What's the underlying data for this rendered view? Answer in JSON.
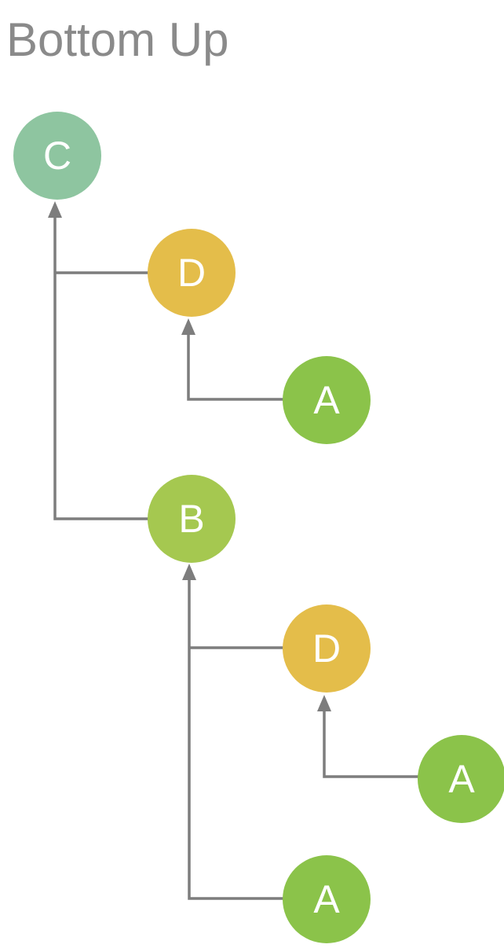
{
  "title": "Bottom Up",
  "palette": {
    "title_text": "#8a8a8a",
    "connector": "#7d7d7d",
    "node_label_text": "#ffffff",
    "teal_green": "#8ec5a0",
    "gold": "#e4bd4a",
    "green": "#8bc34a",
    "yellow_green": "#a5c850"
  },
  "diagram": {
    "type": "tree",
    "direction": "bottom-up",
    "nodes": [
      {
        "id": "C",
        "label": "C",
        "color": "teal_green"
      },
      {
        "id": "D1",
        "label": "D",
        "color": "gold"
      },
      {
        "id": "A1",
        "label": "A",
        "color": "green"
      },
      {
        "id": "B",
        "label": "B",
        "color": "yellow_green"
      },
      {
        "id": "D2",
        "label": "D",
        "color": "gold"
      },
      {
        "id": "A2",
        "label": "A",
        "color": "green"
      },
      {
        "id": "A3",
        "label": "A",
        "color": "green"
      }
    ],
    "edges": [
      {
        "from": "D1",
        "to": "C"
      },
      {
        "from": "B",
        "to": "C"
      },
      {
        "from": "A1",
        "to": "D1"
      },
      {
        "from": "D2",
        "to": "B"
      },
      {
        "from": "A3",
        "to": "B"
      },
      {
        "from": "A2",
        "to": "D2"
      }
    ]
  }
}
